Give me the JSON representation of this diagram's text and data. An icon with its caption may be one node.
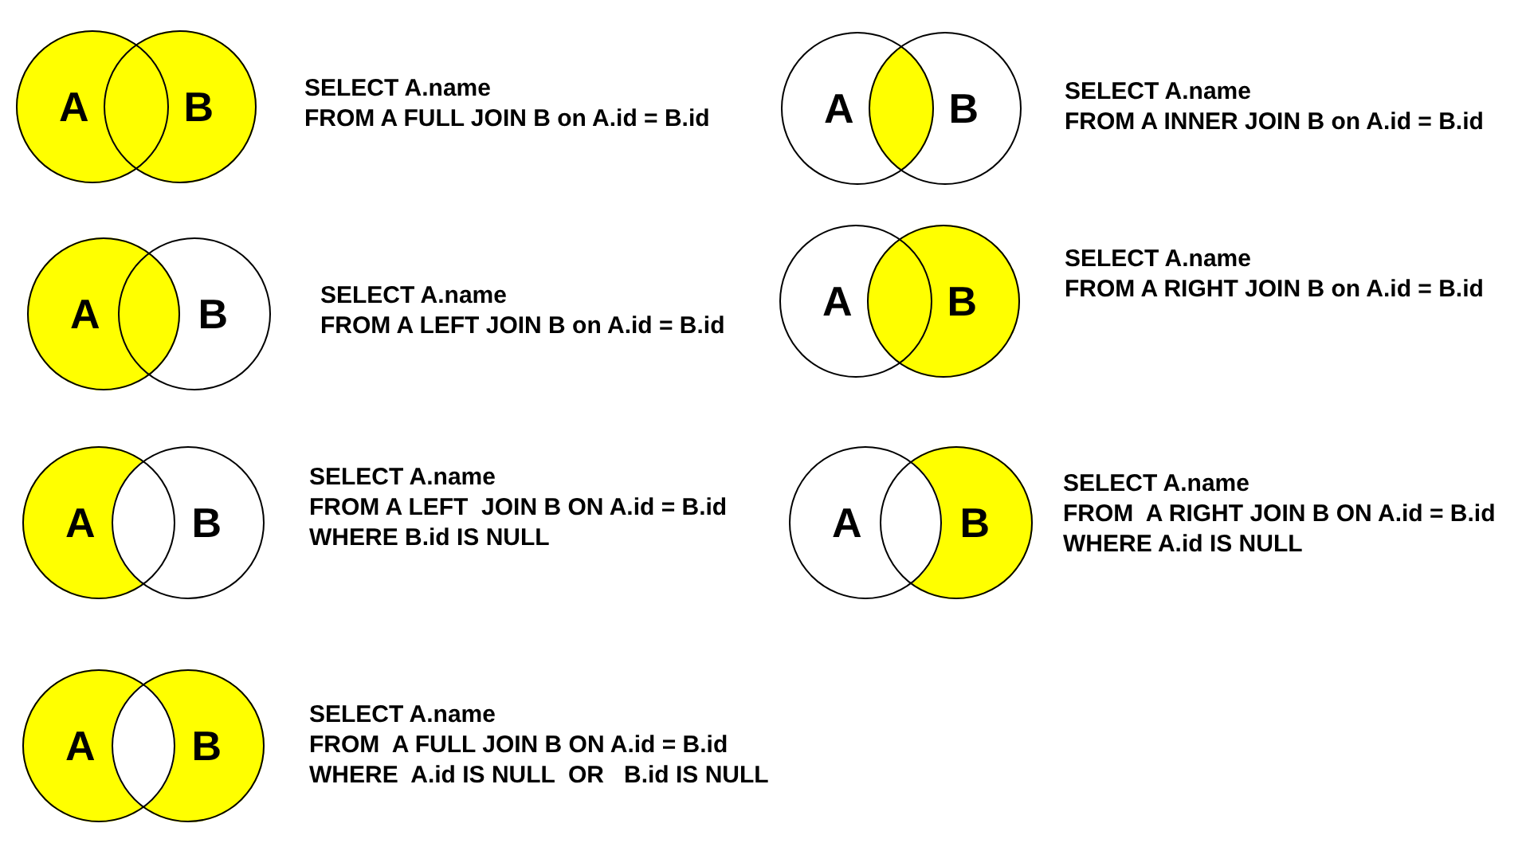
{
  "diagram": {
    "nodes": [
      {
        "text": [
          "A"
        ]
      },
      {
        "text": [
          "B"
        ]
      },
      {
        "text": [
          "A"
        ]
      },
      {
        "text": [
          "B"
        ]
      },
      {
        "text": [
          "A"
        ]
      },
      {
        "text": [
          "B"
        ]
      },
      {
        "text": [
          "A"
        ]
      },
      {
        "text": [
          "B"
        ]
      },
      {
        "text": [
          "A"
        ]
      },
      {
        "text": [
          "B"
        ]
      },
      {
        "text": [
          "A"
        ]
      },
      {
        "text": [
          "B"
        ]
      },
      {
        "text": [
          "A"
        ]
      },
      {
        "text": [
          "B"
        ]
      }
    ],
    "labels": [
      "SELECT A.name",
      "FROM A FULL JOIN B on A.id = B.id",
      "SELECT A.name",
      "FROM A INNER JOIN B on A.id = B.id",
      "SELECT A.name",
      "FROM A LEFT JOIN B on A.id = B.id",
      "SELECT A.name",
      "FROM A RIGHT JOIN B on A.id = B.id",
      "SELECT A.name",
      "FROM A LEFT  JOIN B ON A.id = B.id",
      "WHERE B.id IS NULL",
      "SELECT A.name",
      "FROM  A RIGHT JOIN B ON A.id = B.id",
      "WHERE A.id IS NULL",
      "SELECT A.name",
      "FROM  A FULL JOIN B ON A.id = B.id",
      "WHERE  A.id IS NULL  OR   B.id IS NULL"
    ]
  }
}
